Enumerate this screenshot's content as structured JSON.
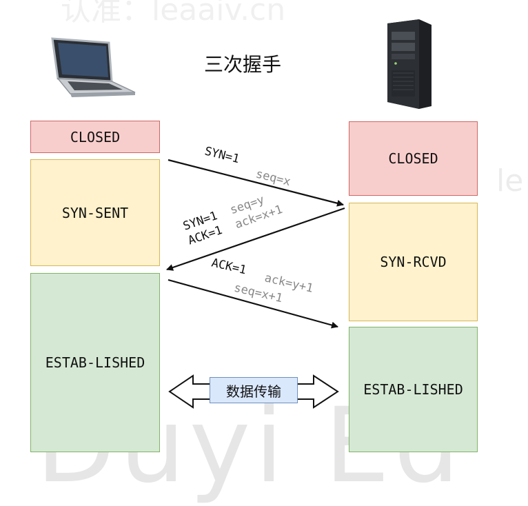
{
  "watermarks": {
    "top": "认准：leaaiv.cn",
    "right": "认准：le",
    "bottom": "Duyi Ed"
  },
  "title": "三次握手",
  "icons": {
    "client": "laptop-icon",
    "server": "server-tower-icon"
  },
  "client": {
    "states": [
      {
        "label": "CLOSED",
        "color": "#f8cecc"
      },
      {
        "label": "SYN-SENT",
        "color": "#fff2cc"
      },
      {
        "label": "ESTAB-LISHED",
        "color": "#d5e8d4"
      }
    ]
  },
  "server": {
    "states": [
      {
        "label": "CLOSED",
        "color": "#f8cecc"
      },
      {
        "label": "SYN-RCVD",
        "color": "#fff2cc"
      },
      {
        "label": "ESTAB-LISHED",
        "color": "#d5e8d4"
      }
    ]
  },
  "messages": [
    {
      "direction": "client-to-server",
      "flags": [
        "SYN=1"
      ],
      "params": [
        "seq=x"
      ]
    },
    {
      "direction": "server-to-client",
      "flags": [
        "SYN=1",
        "ACK=1"
      ],
      "params": [
        "seq=y",
        "ack=x+1"
      ]
    },
    {
      "direction": "client-to-server",
      "flags": [
        "ACK=1"
      ],
      "params": [
        "ack=y+1",
        "seq=x+1"
      ]
    }
  ],
  "transfer": {
    "label": "数据传输"
  }
}
